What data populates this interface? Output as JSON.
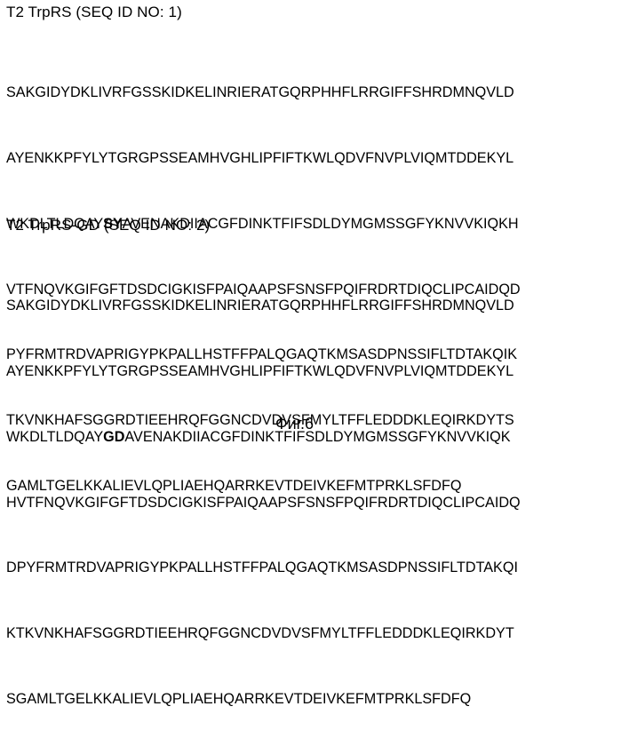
{
  "sequence1": {
    "heading": "T2 TrpRS (SEQ ID NO: 1)",
    "lines": [
      {
        "pre": "SAKGIDYDKLIVRFGSSKIDKELINRIERATGQRPHHFLRRGIFFSHRDMNQVLD",
        "bold": "",
        "post": ""
      },
      {
        "pre": "AYENKKPFYLYTGRGPSSEAMHVGHLIPFIFTKWLQDVFNVPLVIQMTDDEKYL",
        "bold": "",
        "post": ""
      },
      {
        "pre": "WKDLTLDQAY",
        "bold": "SY",
        "post": "AVENAKDIIACGFDINKTFIFSDLDYMGMSSGFYKNVVKIQKH"
      },
      {
        "pre": "VTFNQVKGIFGFTDSDCIGKISFPAIQAAPSFSNSFPQIFRDRTDIQCLIPCAIDQD",
        "bold": "",
        "post": ""
      },
      {
        "pre": "PYFRMTRDVAPRIGYPKPALLHSTFFPALQGAQTKMSASDPNSSIFLTDTAKQIK",
        "bold": "",
        "post": ""
      },
      {
        "pre": "TKVNKHAFSGGRDTIEEHRQFGGNCDVDVSFMYLTFFLEDDDKLEQIRKDYTS",
        "bold": "",
        "post": ""
      },
      {
        "pre": "GAMLTGELKKALIEVLQPLIAEHQARRKEVTDEIVKEFMTPRKLSFDFQ",
        "bold": "",
        "post": ""
      }
    ]
  },
  "sequence2": {
    "heading": "T2 TrpRS-GD (SEQ ID NO: 2)",
    "lines": [
      {
        "pre": "SAKGIDYDKLIVRFGSSKIDKELINRIERATGQRPHHFLRRGIFFSHRDMNQVLD",
        "bold": "",
        "post": ""
      },
      {
        "pre": "AYENKKPFYLYTGRGPSSEAMHVGHLIPFIFTKWLQDVFNVPLVIQMTDDEKYL",
        "bold": "",
        "post": ""
      },
      {
        "pre": "WKDLTLDQAY",
        "bold": "GD",
        "post": "AVENAKDIIACGFDINKTFIFSDLDYMGMSSGFYKNVVKIQK"
      },
      {
        "pre": "HVTFNQVKGIFGFTDSDCIGKISFPAIQAAPSFSNSFPQIFRDRTDIQCLIPCAIDQ",
        "bold": "",
        "post": ""
      },
      {
        "pre": "DPYFRMTRDVAPRIGYPKPALLHSTFFPALQGAQTKMSASDPNSSIFLTDTAKQI",
        "bold": "",
        "post": ""
      },
      {
        "pre": "KTKVNKHAFSGGRDTIEEHRQFGGNCDVDVSFMYLTFFLEDDDKLEQIRKDYT",
        "bold": "",
        "post": ""
      },
      {
        "pre": "SGAMLTGELKKALIEVLQPLIAEHQARRKEVTDEIVKEFMTPRKLSFDFQ",
        "bold": "",
        "post": ""
      }
    ]
  },
  "figure_caption": "Фиг.6"
}
